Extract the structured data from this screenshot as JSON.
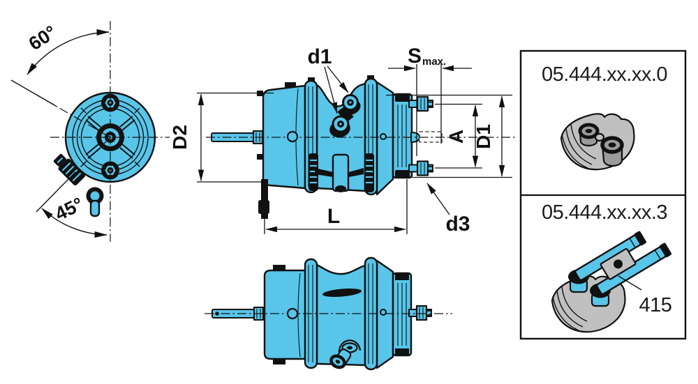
{
  "colors": {
    "part_fill": "#58C5E9",
    "line": "#111111",
    "dash": "#4A4A4A",
    "gray": "#C0C0C0",
    "gray_dark": "#9B9B9B",
    "background": "#FFFFFF"
  },
  "front_view": {
    "angle_top_label": "60°",
    "angle_bottom_label": "45°"
  },
  "main_view": {
    "port_diameter_label": "d1",
    "stroke_label": "S",
    "stroke_sub_label": "max.",
    "flange_diameter_label": "D2",
    "stud_spacing_label": "A",
    "rear_diameter_label": "D1",
    "length_label": "L",
    "stud_thread_label": "d3"
  },
  "panels": [
    {
      "part_number": "05.444.xx.xx.0"
    },
    {
      "part_number": "05.444.xx.xx.3",
      "callout_label": "415"
    }
  ]
}
